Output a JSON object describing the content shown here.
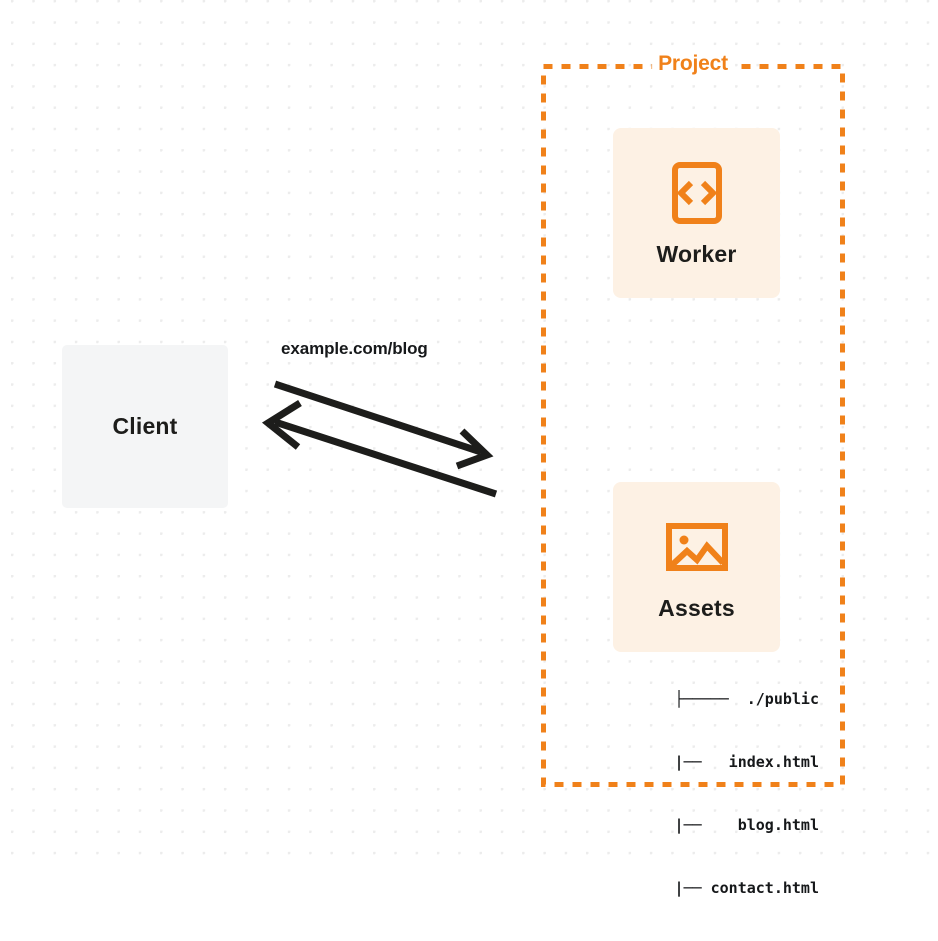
{
  "diagram": {
    "title_hidden": "",
    "background": {
      "color": "#ffffff",
      "dot_color": "#ececec",
      "dot_spacing": 21
    },
    "client": {
      "label": "Client",
      "fill": "#f4f5f6"
    },
    "connection": {
      "url_label": "example.com/blog",
      "request_direction": "client-to-project",
      "response_direction": "project-to-client",
      "stroke": "#1d1d1b"
    },
    "project": {
      "title": "Project",
      "border_color": "#f0811a",
      "border_style": "dashed",
      "nodes": [
        {
          "id": "worker",
          "label": "Worker",
          "icon": "code-brackets-icon",
          "fill": "#fdf1e4",
          "icon_color": "#f0811a"
        },
        {
          "id": "assets",
          "label": "Assets",
          "icon": "image-icon",
          "fill": "#fdf1e4",
          "icon_color": "#f0811a"
        }
      ],
      "file_tree": [
        {
          "branch": "├─────",
          "name": "./public"
        },
        {
          "branch": "|──",
          "name": "index.html"
        },
        {
          "branch": "|──",
          "name": "blog.html"
        },
        {
          "branch": "|──",
          "name": "contact.html"
        }
      ],
      "file_tree_lines": [
        "├─────  ./public",
        "  |──   index.html",
        "  |──    blog.html",
        "  |── contact.html"
      ]
    }
  }
}
